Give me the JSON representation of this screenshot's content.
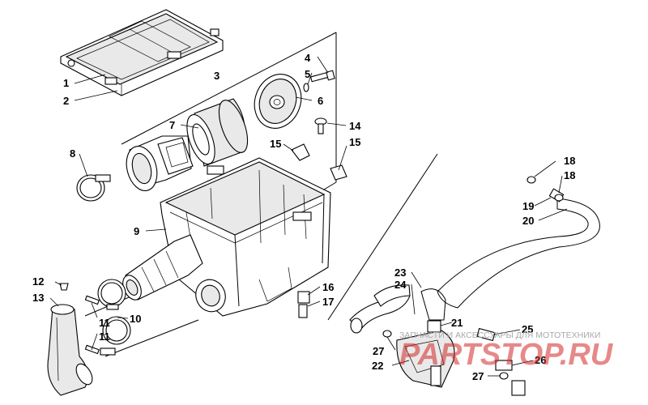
{
  "callouts": [
    {
      "id": "c1",
      "text": "1"
    },
    {
      "id": "c2",
      "text": "2"
    },
    {
      "id": "c3",
      "text": "3"
    },
    {
      "id": "c4",
      "text": "4"
    },
    {
      "id": "c5",
      "text": "5"
    },
    {
      "id": "c6",
      "text": "6"
    },
    {
      "id": "c7",
      "text": "7"
    },
    {
      "id": "c8",
      "text": "8"
    },
    {
      "id": "c9",
      "text": "9"
    },
    {
      "id": "c10",
      "text": "10"
    },
    {
      "id": "c11a",
      "text": "11"
    },
    {
      "id": "c11b",
      "text": "11"
    },
    {
      "id": "c12",
      "text": "12"
    },
    {
      "id": "c13",
      "text": "13"
    },
    {
      "id": "c14",
      "text": "14"
    },
    {
      "id": "c15a",
      "text": "15"
    },
    {
      "id": "c15b",
      "text": "15"
    },
    {
      "id": "c16",
      "text": "16"
    },
    {
      "id": "c17",
      "text": "17"
    },
    {
      "id": "c18a",
      "text": "18"
    },
    {
      "id": "c18b",
      "text": "18"
    },
    {
      "id": "c19",
      "text": "19"
    },
    {
      "id": "c20",
      "text": "20"
    },
    {
      "id": "c21",
      "text": "21"
    },
    {
      "id": "c22",
      "text": "22"
    },
    {
      "id": "c23",
      "text": "23"
    },
    {
      "id": "c24",
      "text": "24"
    },
    {
      "id": "c25",
      "text": "25"
    },
    {
      "id": "c26",
      "text": "26"
    },
    {
      "id": "c27a",
      "text": "27"
    },
    {
      "id": "c27b",
      "text": "27"
    }
  ],
  "watermark": {
    "tagline": "ЗАПЧАСТИ И АКСЕССУАРЫ ДЛЯ МОТОТЕХНИКИ",
    "logo": "PARTSTOP.RU"
  }
}
